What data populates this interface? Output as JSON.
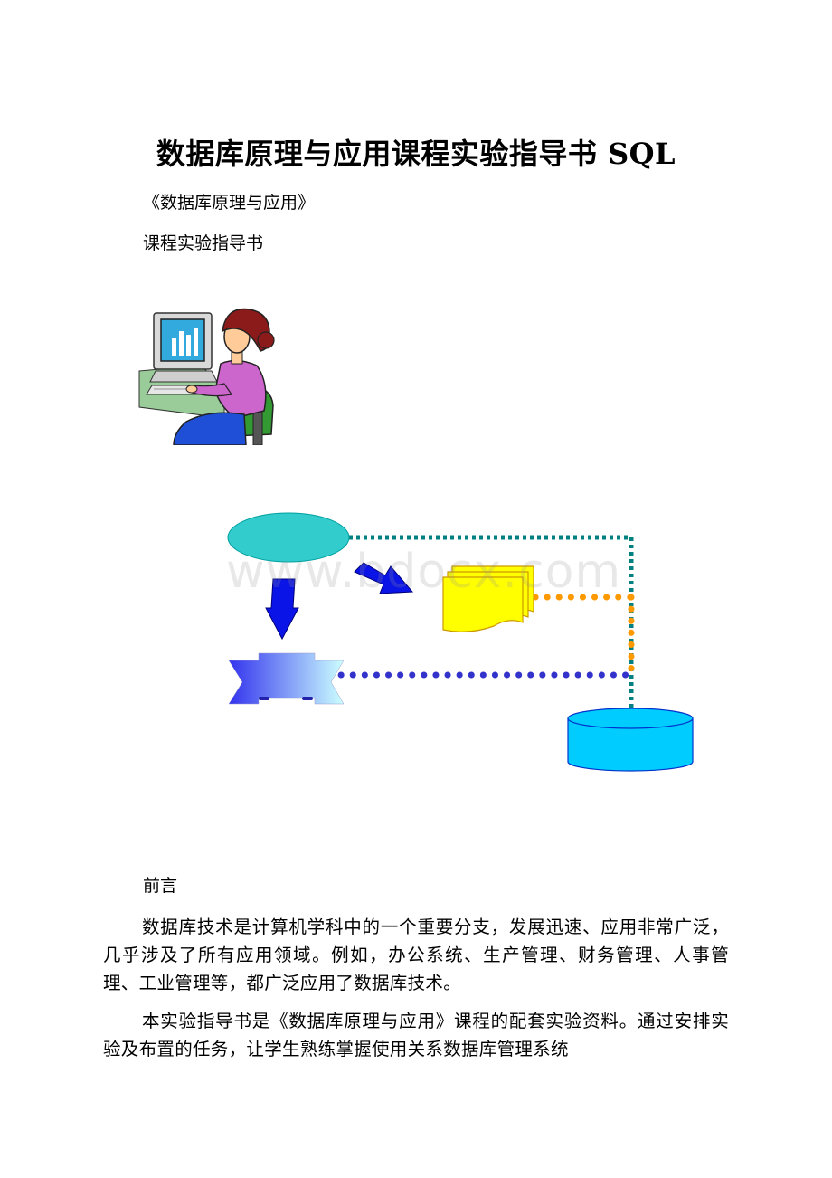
{
  "document": {
    "title": "数据库原理与应用课程实验指导书 SQL",
    "subtitle": "《数据库原理与应用》",
    "guide_label": "课程实验指导书",
    "watermark": "www.bdocx.com",
    "preface_heading": "前言",
    "paragraphs": [
      "数据库技术是计算机学科中的一个重要分支，发展迅速、应用非常广泛，几乎涉及了所有应用领域。例如，办公系统、生产管理、财务管理、人事管理、工业管理等，都广泛应用了数据库技术。",
      "本实验指导书是《数据库原理与应用》课程的配套实验资料。通过安排实验及布置的任务，让学生熟练掌握使用关系数据库管理系统"
    ]
  },
  "figures": {
    "clipart": "woman-at-computer-clipart",
    "diagram_colors": {
      "ellipse": "#33cccc",
      "arrow": "#0a14e6",
      "document": "#ffff00",
      "database": "#00ccff",
      "teal_dots": "#008080",
      "orange_dots": "#ff9900",
      "blue_dots": "#3333cc"
    }
  }
}
